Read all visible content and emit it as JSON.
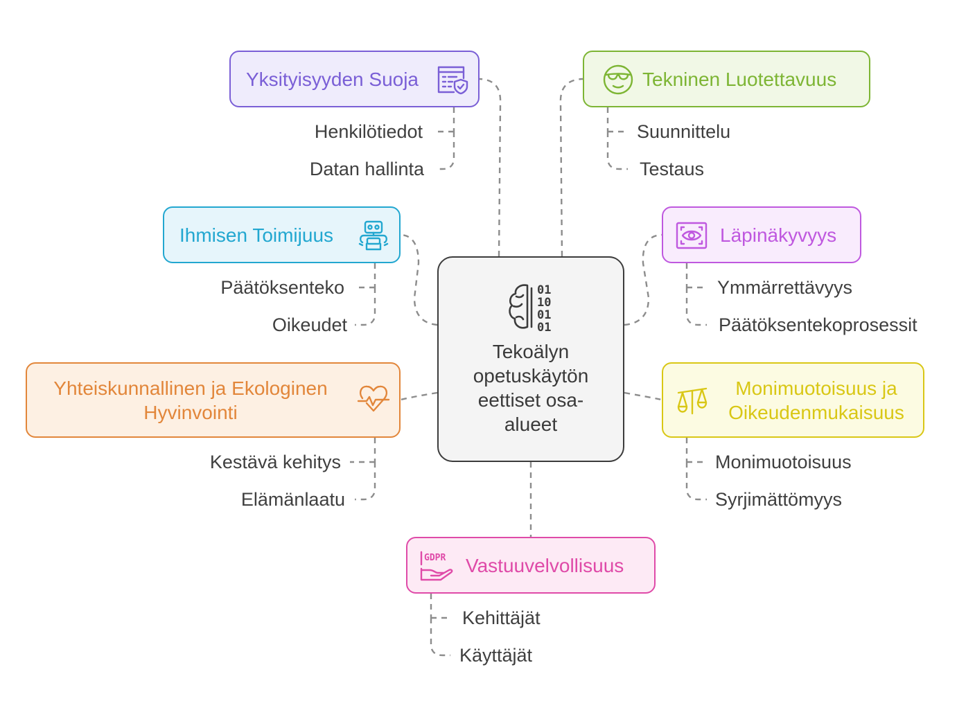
{
  "center": {
    "title": "Tekoälyn opetuskäytön eettiset osa-alueet",
    "icon": "brain-binary-icon"
  },
  "topics": [
    {
      "id": "privacy",
      "label": "Yksityisyyden Suoja",
      "icon": "data-protection-icon",
      "color": "#7a5fd6",
      "bg": "#efecfc",
      "items": [
        "Henkilötiedot",
        "Datan hallinta"
      ]
    },
    {
      "id": "reliability",
      "label": "Tekninen Luotettavuus",
      "icon": "goggles-face-icon",
      "color": "#7db534",
      "bg": "#f1f8e6",
      "items": [
        "Suunnittelu",
        "Testaus"
      ]
    },
    {
      "id": "agency",
      "label": "Ihmisen Toimijuus",
      "icon": "robot-icon",
      "color": "#22a7d0",
      "bg": "#e6f5fb",
      "items": [
        "Päätöksenteko",
        "Oikeudet"
      ]
    },
    {
      "id": "transparency",
      "label": "Läpinäkyvyys",
      "icon": "eye-scan-icon",
      "color": "#bf58df",
      "bg": "#f9ecfd",
      "items": [
        "Ymmärrettävyys",
        "Päätöksentekoprosessit"
      ]
    },
    {
      "id": "wellbeing",
      "label": "Yhteiskunnallinen ja Ekologinen Hyvinvointi",
      "icon": "heartbeat-icon",
      "color": "#e2863a",
      "bg": "#fdf0e3",
      "items": [
        "Kestävä kehitys",
        "Elämänlaatu"
      ]
    },
    {
      "id": "fairness",
      "label": "Monimuotoisuus ja Oikeudenmukaisuus",
      "icon": "scales-icon",
      "color": "#d9c715",
      "bg": "#fcfbe2",
      "items": [
        "Monimuotoisuus",
        "Syrjimättömyys"
      ]
    },
    {
      "id": "accountability",
      "label": "Vastuuvelvollisuus",
      "icon": "gdpr-hand-icon",
      "color": "#df4aa8",
      "bg": "#fdeaf5",
      "items": [
        "Kehittäjät",
        "Käyttäjät"
      ]
    }
  ],
  "colors": {
    "connector": "#8c8c8c",
    "center_border": "#3c3c3c",
    "text": "#3f3f3f"
  }
}
